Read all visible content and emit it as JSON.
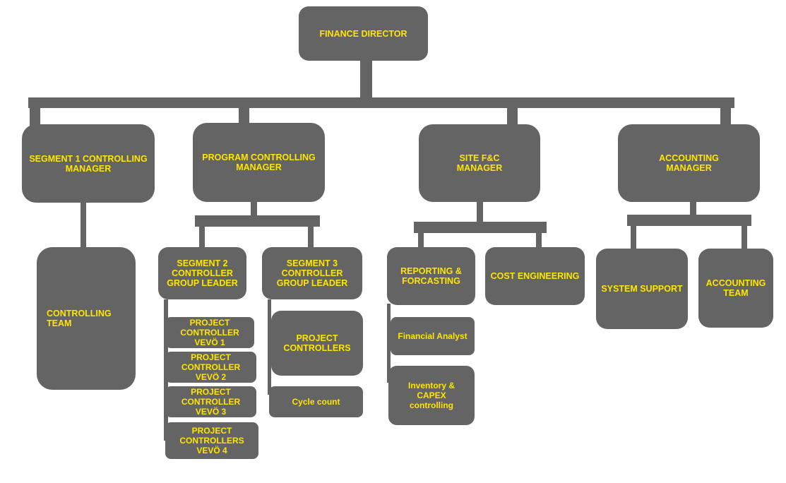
{
  "nodes": {
    "finance_director": "FINANCE DIRECTOR",
    "segment1_manager": "SEGMENT 1 CONTROLLING\nMANAGER",
    "program_manager": "PROGRAM CONTROLLING\nMANAGER",
    "site_manager": "SITE F&C\nMANAGER",
    "accounting_manager": "ACCOUNTING\nMANAGER",
    "controlling_team": "CONTROLLING\nTEAM",
    "segment2_leader": "SEGMENT 2\nCONTROLLER\nGROUP LEADER",
    "segment3_leader": "SEGMENT 3\nCONTROLLER\nGROUP LEADER",
    "pc_vevo1": "PROJECT\nCONTROLLER\nVEVÖ 1",
    "pc_vevo2": "PROJECT\nCONTROLLER\nVEVÖ 2",
    "pc_vevo3": "PROJECT\nCONTROLLER\nVEVÖ 3",
    "pc_vevo4": "PROJECT\nCONTROLLERS\nVEVÖ 4",
    "project_controllers": "PROJECT\nCONTROLLERS",
    "cycle_count": "Cycle count",
    "reporting": "REPORTING &\nFORCASTING",
    "cost_engineering": "COST ENGINEERING",
    "financial_analyst": "Financial Analyst",
    "inventory_capex": "Inventory & CAPEX\ncontrolling",
    "system_support": "SYSTEM SUPPORT",
    "accounting_team": "ACCOUNTING\nTEAM"
  },
  "colors": {
    "box": "#646464",
    "text": "#ffe600",
    "background": "#ffffff"
  }
}
